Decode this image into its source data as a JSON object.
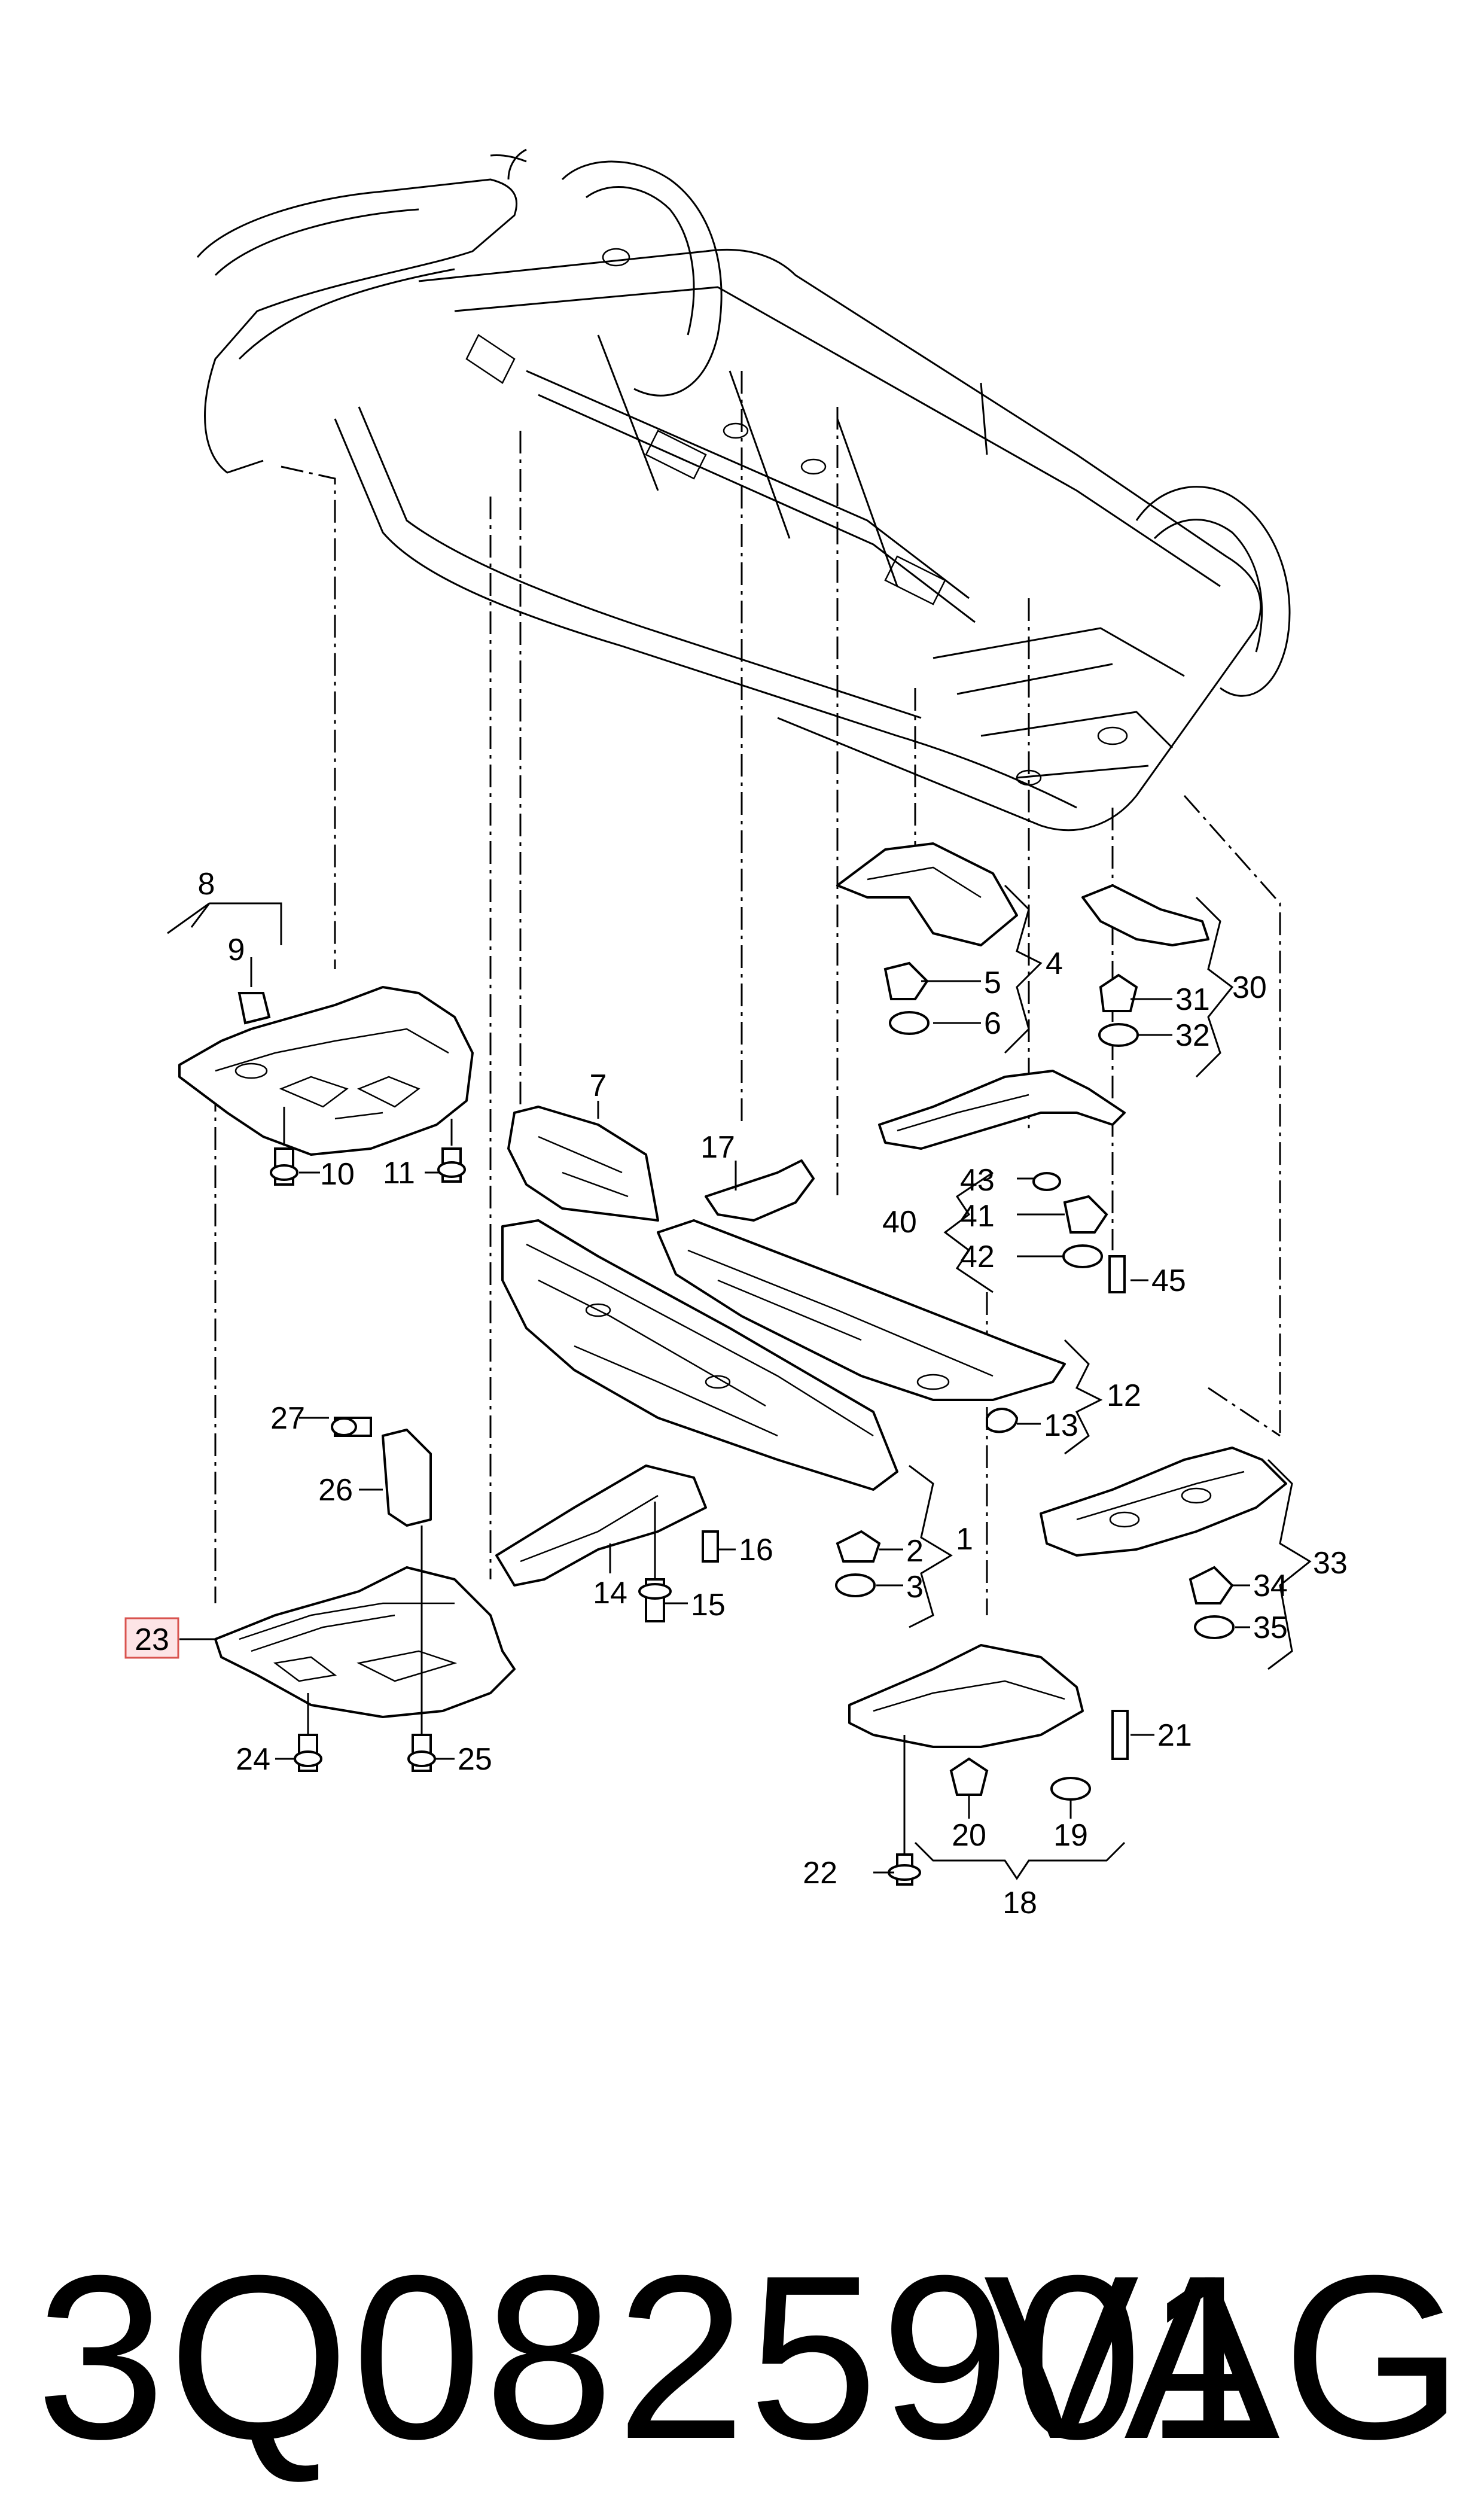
{
  "diagram": {
    "callouts": [
      "1",
      "2",
      "3",
      "4",
      "5",
      "6",
      "7",
      "8",
      "9",
      "10",
      "11",
      "12",
      "13",
      "14",
      "15",
      "16",
      "17",
      "18",
      "19",
      "20",
      "21",
      "22",
      "23",
      "24",
      "25",
      "26",
      "27",
      "30",
      "31",
      "32",
      "33",
      "34",
      "35",
      "40",
      "41",
      "42",
      "43",
      "45"
    ],
    "highlighted_callout": "23",
    "highlight_color": "#d9534f"
  },
  "footer": {
    "part_number": "3Q0825901",
    "brand": "VAG"
  }
}
